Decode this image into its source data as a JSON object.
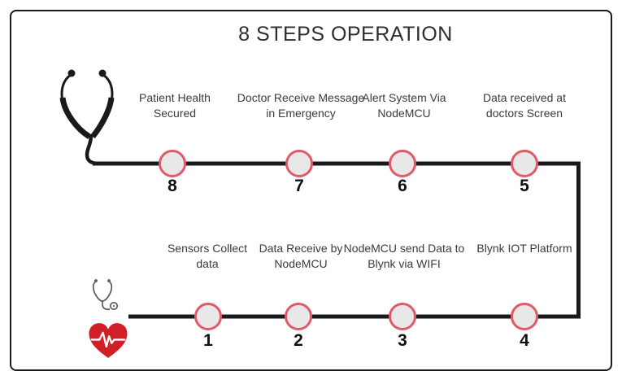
{
  "title": "8 STEPS OPERATION",
  "colors": {
    "line": "#1a1a1a",
    "circle_fill": "#e9e8e8",
    "circle_border": "#e05a68",
    "heart": "#d01f26",
    "ekg": "#ffffff",
    "small_stethoscope": "#5a5a5a",
    "label_text": "#3b3b3b",
    "number_text": "#101010"
  },
  "icons": {
    "stethoscope_large": "stethoscope-icon",
    "stethoscope_small": "stethoscope-small-icon",
    "heart_ekg": "heart-ekg-icon"
  },
  "rows": {
    "top": {
      "steps": [
        {
          "number": "8",
          "label": "Patient Health\nSecured"
        },
        {
          "number": "7",
          "label": "Doctor Receive Message\nin Emergency"
        },
        {
          "number": "6",
          "label": "Alert System Via\nNodeMCU"
        },
        {
          "number": "5",
          "label": "Data received at\ndoctors Screen"
        }
      ]
    },
    "bottom": {
      "steps": [
        {
          "number": "1",
          "label": "Sensors Collect\ndata"
        },
        {
          "number": "2",
          "label": "Data Receive by\nNodeMCU"
        },
        {
          "number": "3",
          "label": "NodeMCU send Data to\nBlynk via WIFI"
        },
        {
          "number": "4",
          "label": "Blynk IOT Platform"
        }
      ]
    }
  }
}
